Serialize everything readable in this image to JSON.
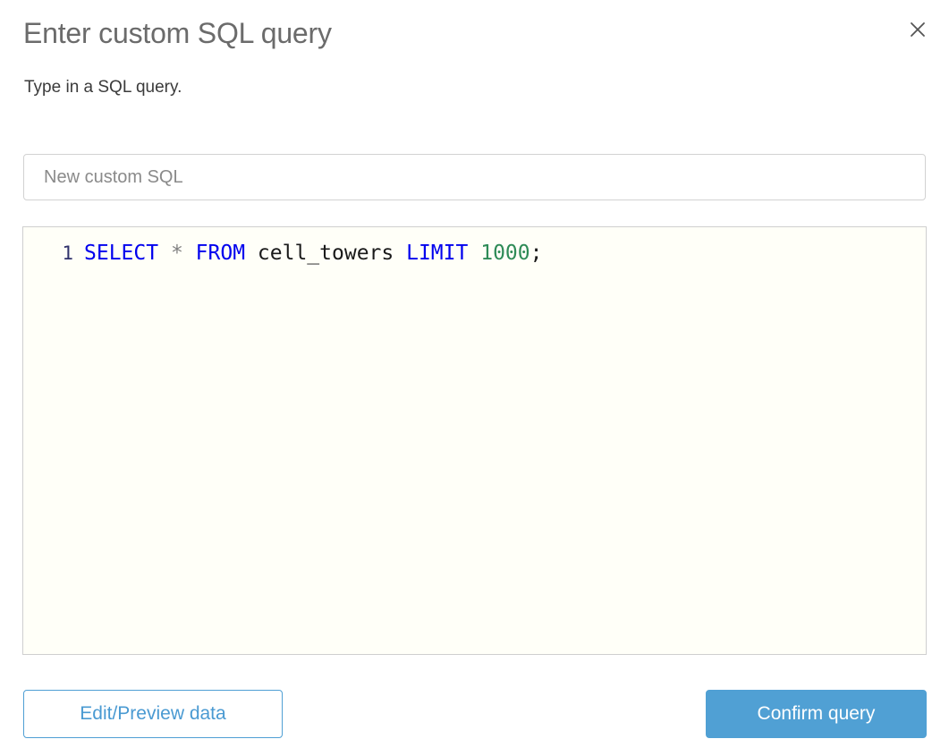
{
  "dialog": {
    "title": "Enter custom SQL query",
    "subtitle": "Type in a SQL query.",
    "close_icon": "close-icon"
  },
  "name_field": {
    "value": "New custom SQL",
    "placeholder": "New custom SQL"
  },
  "editor": {
    "line_number": "1",
    "tokens": {
      "select": "SELECT",
      "star": "*",
      "from": "FROM",
      "table": "cell_towers",
      "limit": "LIMIT",
      "count": "1000",
      "semicolon": ";",
      "space": " "
    },
    "full_query": "SELECT * FROM cell_towers LIMIT 1000;"
  },
  "footer": {
    "secondary_label": "Edit/Preview data",
    "primary_label": "Confirm query"
  },
  "colors": {
    "accent": "#50a0d4",
    "keyword": "#0000ee",
    "number": "#2e8b57",
    "title": "#6b6b6b"
  }
}
